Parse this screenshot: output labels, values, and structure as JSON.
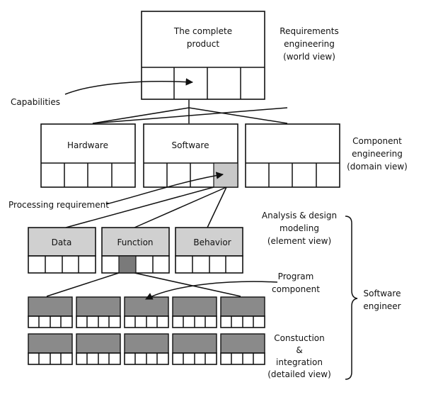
{
  "top_box": {
    "label_line1": "The complete",
    "label_line2": "product"
  },
  "components": {
    "hardware": "Hardware",
    "software": "Software"
  },
  "elements": {
    "data": "Data",
    "function": "Function",
    "behavior": "Behavior"
  },
  "annotations": {
    "capabilities": "Capabilities",
    "processing_requirement": "Processing requirement",
    "program_component_line1": "Program",
    "program_component_line2": "component"
  },
  "views": {
    "requirements_line1": "Requirements",
    "requirements_line2": "engineering",
    "requirements_line3": "(world view)",
    "component_line1": "Component",
    "component_line2": "engineering",
    "component_line3": "(domain view)",
    "analysis_line1": "Analysis & design",
    "analysis_line2": "modeling",
    "analysis_line3": "(element view)",
    "construction_line1": "Constuction",
    "construction_line2": "&",
    "construction_line3": "integration",
    "construction_line4": "(detailed view)"
  },
  "role": {
    "line1": "Software",
    "line2": "engineer"
  }
}
